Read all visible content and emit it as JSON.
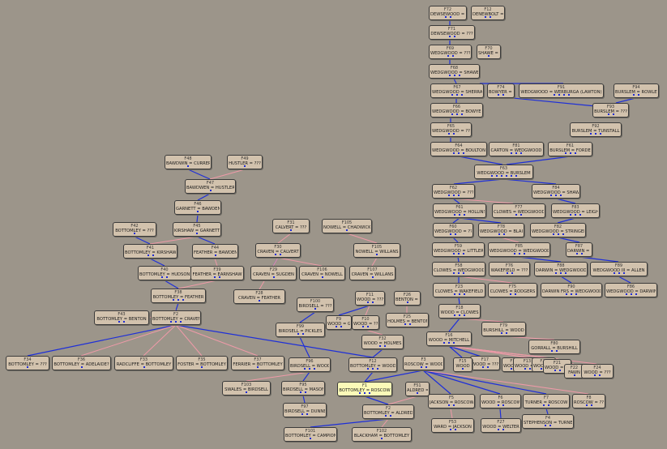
{
  "families": [
    {
      "id": "F72",
      "name": "DEWSEWOOD = ???"
    },
    {
      "id": "F12",
      "name": "DENEWBOLT = ???"
    },
    {
      "id": "F71",
      "name": "DEWSEWOOD = ???"
    },
    {
      "id": "F69",
      "name": "WEDGWOOD = ???"
    },
    {
      "id": "F70",
      "name": "SHAWE = ???"
    },
    {
      "id": "F68",
      "name": "WEDGWOOD = SHAWE"
    },
    {
      "id": "F67",
      "name": "WEDGWOOD = SHERRAT"
    },
    {
      "id": "F74",
      "name": "BOWYER = ???"
    },
    {
      "id": "F91",
      "name": "WEDGWOOD = WERBURGA (LAWTON)"
    },
    {
      "id": "F94",
      "name": "BURSLEM = ROWLEY"
    },
    {
      "id": "F66",
      "name": "WEDGWOOD = BOWYER"
    },
    {
      "id": "F93",
      "name": "BURSLEM = ???"
    },
    {
      "id": "F65",
      "name": "WEDGWOOD = ???"
    },
    {
      "id": "F92",
      "name": "BURSLEM = TUNSTALL"
    },
    {
      "id": "F64",
      "name": "WEDGWOOD = BOULTON"
    },
    {
      "id": "F81",
      "name": "CARTON = WEDGWOOD"
    },
    {
      "id": "F61",
      "name": "BURSLEM = FORDE"
    },
    {
      "id": "F63",
      "name": "WEDGWOOD = BURSLEM"
    },
    {
      "id": "F62",
      "name": "WEDGWOOD = ???"
    },
    {
      "id": "F84",
      "name": "WEDGWOOD = SHAW"
    },
    {
      "id": "F61",
      "name": "WEDGWOOD = HOLLINS"
    },
    {
      "id": "F77",
      "name": "CLOWES = WEDGWOOD"
    },
    {
      "id": "F83",
      "name": "WEDGWOOD = LEIGH"
    },
    {
      "id": "F60",
      "name": "WEDGWOOD = ???"
    },
    {
      "id": "F78",
      "name": "WEDGWOOD = BLAIR"
    },
    {
      "id": "F82",
      "name": "WEDGWOOD = STRINGER"
    },
    {
      "id": "F59",
      "name": "WEDGWOOD = LITTLER"
    },
    {
      "id": "F85",
      "name": "WEDGWOOD = WEDGWOOD"
    },
    {
      "id": "F87",
      "name": "DARWIN = ???"
    },
    {
      "id": "F58",
      "name": "CLOWES = WEDGWOOD"
    },
    {
      "id": "F76",
      "name": "WAKEFIELD = ???"
    },
    {
      "id": "F88",
      "name": "DARWIN = WEDGWOOD"
    },
    {
      "id": "F89",
      "name": "WEDGWOOD III = ALLEN"
    },
    {
      "id": "F23",
      "name": "CLOWES = WAKEFIELD"
    },
    {
      "id": "F75",
      "name": "CLOWES = RODGERS"
    },
    {
      "id": "F90",
      "name": "DARWIN FRS = WEDGWOOD"
    },
    {
      "id": "F86",
      "name": "WEDGWOOD = DARWIN"
    },
    {
      "id": "F18",
      "name": "WOOD = CLOWES"
    },
    {
      "id": "F79",
      "name": "BURSHILL = WOOD"
    },
    {
      "id": "F16",
      "name": "WOOD = MITCHELL"
    },
    {
      "id": "F80",
      "name": "GORRALL = BURSHILL"
    },
    {
      "id": "F17",
      "name": "WOOD = ???"
    },
    {
      "id": "F15",
      "name": "WOOD"
    },
    {
      "id": "F14",
      "name": "WOOD = ???"
    },
    {
      "id": "F13",
      "name": "WOOD = ???"
    },
    {
      "id": "F20",
      "name": "WOOD = ???"
    },
    {
      "id": "F21",
      "name": "WOOD = ???"
    },
    {
      "id": "F22",
      "name": "FAWN"
    },
    {
      "id": "F24",
      "name": "WOOD = ???"
    },
    {
      "id": "F48",
      "name": "BAWDWIN = CURRER"
    },
    {
      "id": "F49",
      "name": "HUSTLER = ???"
    },
    {
      "id": "F47",
      "name": "BAWDWEN = HUSTLER"
    },
    {
      "id": "F46",
      "name": "GARNETT = BAWDEN"
    },
    {
      "id": "F42",
      "name": "BOTTOMLEY = ???"
    },
    {
      "id": "F45",
      "name": "KIRSHAW = GARNETT"
    },
    {
      "id": "F41",
      "name": "BOTTOMLEY = KIRSHAW"
    },
    {
      "id": "F44",
      "name": "FEATHER = BAWDEN"
    },
    {
      "id": "F40",
      "name": "BOTTOMLEY = HUDSON"
    },
    {
      "id": "F39",
      "name": "FEATHER = EARNSHAW"
    },
    {
      "id": "F38",
      "name": "BOTTOMLEY = FEATHER"
    },
    {
      "id": "F43",
      "name": "BOTTOMLEY = BENTON"
    },
    {
      "id": "F2",
      "name": "BOTTOMLEY = CRAVEN"
    },
    {
      "id": "F34",
      "name": "BOTTOMLEY = ???"
    },
    {
      "id": "F36",
      "name": "BOTTOMLEY = ADELAIDE?"
    },
    {
      "id": "F33",
      "name": "RADCLIFFE = BOTTOMLEY"
    },
    {
      "id": "F35",
      "name": "FOSTER = BOTTOMLEY"
    },
    {
      "id": "F37",
      "name": "FERRIER = BOTTOMLEY"
    },
    {
      "id": "F31",
      "name": "CALVERT = ???"
    },
    {
      "id": "F30",
      "name": "CRAVEN = CALVERT"
    },
    {
      "id": "F29",
      "name": "CRAVEN = SUGDEN"
    },
    {
      "id": "F106",
      "name": "CRAVEN = NOWELL"
    },
    {
      "id": "F105",
      "name": "NOWELL = CHADWICK"
    },
    {
      "id": "F105",
      "name": "NOWELL = WILLANS"
    },
    {
      "id": "F107",
      "name": "CRAVEN = WILLANS"
    },
    {
      "id": "F28",
      "name": "CRAVEN = FEATHER"
    },
    {
      "id": "F100",
      "name": "BIRDSELL = ???"
    },
    {
      "id": "F99",
      "name": "BIRDSELL = PICKLES"
    },
    {
      "id": "F96",
      "name": "BIRDSELL = WOOD"
    },
    {
      "id": "F103",
      "name": "SWALES = BIRDSELL"
    },
    {
      "id": "F95",
      "name": "BIRDSELL = MASON"
    },
    {
      "id": "F97",
      "name": "BIRDSELL = DUNNE"
    },
    {
      "id": "F11",
      "name": "WOOD = ???"
    },
    {
      "id": "F9",
      "name": "WOOD = GI..."
    },
    {
      "id": "F10",
      "name": "WOOD = ???"
    },
    {
      "id": "F26",
      "name": "BENTON = ???"
    },
    {
      "id": "F25",
      "name": "HOLMES = BENTON"
    },
    {
      "id": "F32",
      "name": "WOOD = HOLMES"
    },
    {
      "id": "F12",
      "name": "BOTTOMLEY = WOOD"
    },
    {
      "id": "F3",
      "name": "ROSCOW = WOOD"
    },
    {
      "id": "F1",
      "name": "BOTTOMLEY = ROSCOW"
    },
    {
      "id": "F51",
      "name": "ALDRED = ???"
    },
    {
      "id": "F5",
      "name": "JACKSON = ROSCOW"
    },
    {
      "id": "F6",
      "name": "WOOD = ROSCOW"
    },
    {
      "id": "F7",
      "name": "TURNER = ROSCOW"
    },
    {
      "id": "F8",
      "name": "ROSCOW = ???"
    },
    {
      "id": "F53",
      "name": "WARD = JACKSON"
    },
    {
      "id": "F27",
      "name": "WOOD = WELTER"
    },
    {
      "id": "F4",
      "name": "STEPHENSON = TURNER"
    },
    {
      "id": "F2",
      "name": "BOTTOMLEY = ALDRED"
    },
    {
      "id": "F101",
      "name": "BOTTOMLEY = CAMPION"
    },
    {
      "id": "F102",
      "name": "BLACKHAM = BOTTOMLEY"
    }
  ]
}
